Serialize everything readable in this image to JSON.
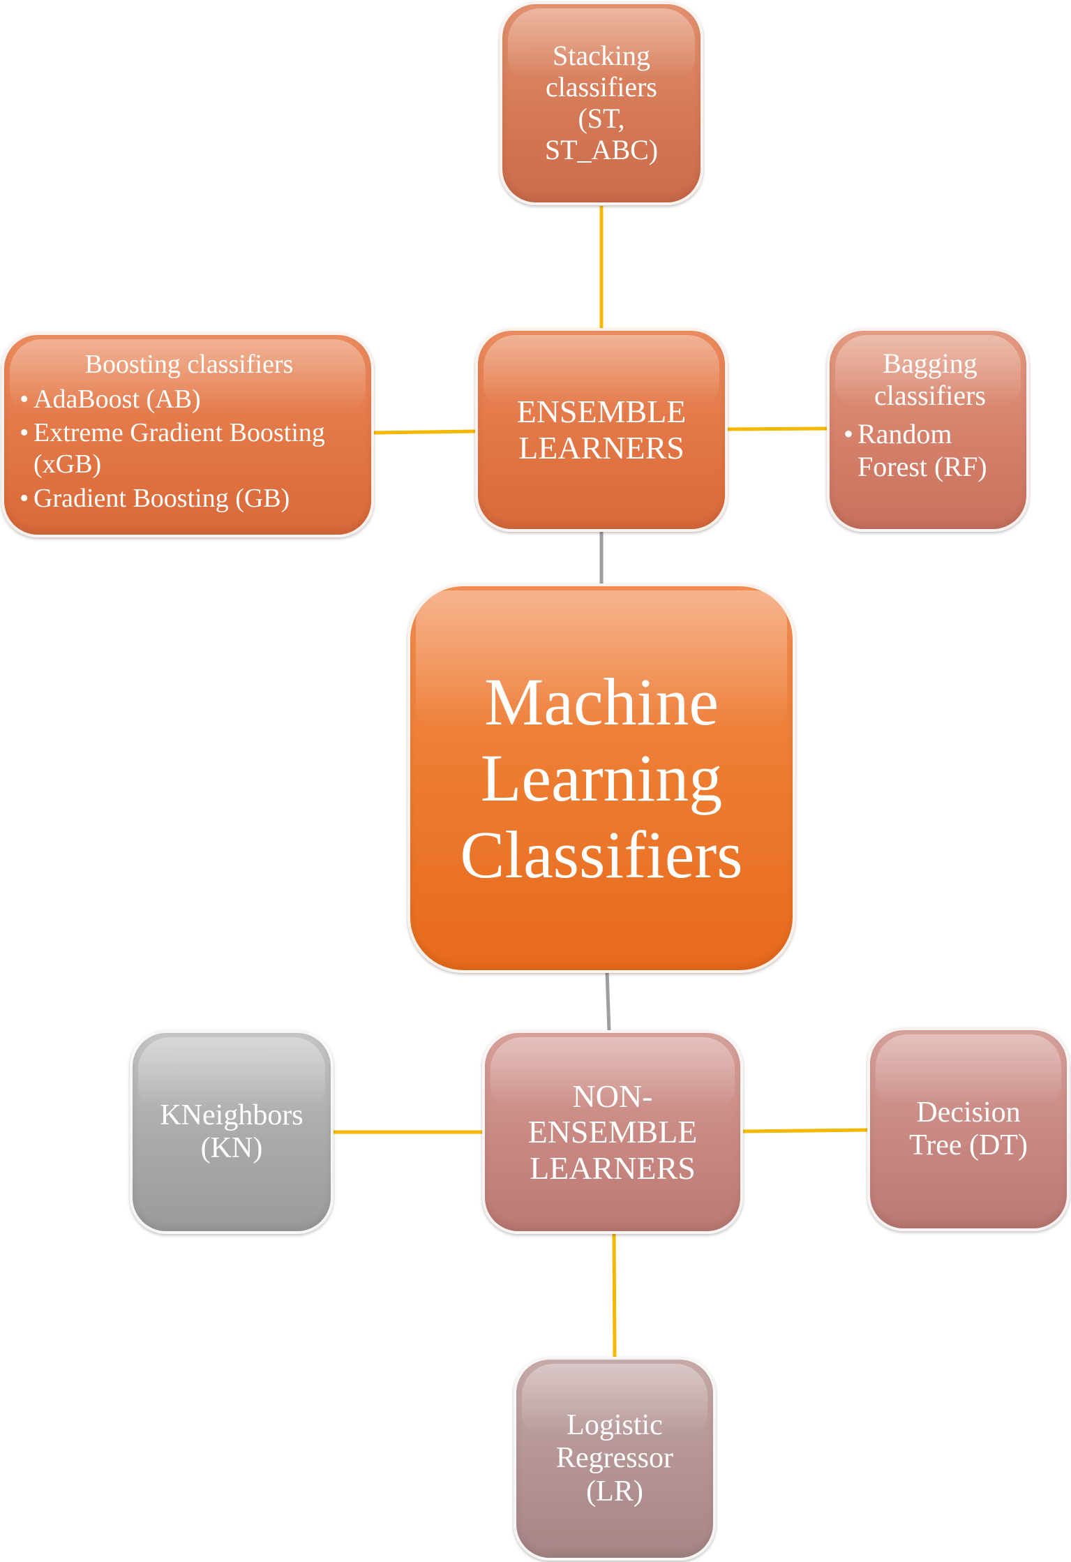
{
  "diagram": {
    "center": {
      "label": "Machine\nLearning\nClassifiers"
    },
    "ensemble": {
      "label": "ENSEMBLE\nLEARNERS"
    },
    "non_ensemble": {
      "label": "NON-\nENSEMBLE\nLEARNERS"
    },
    "stacking": {
      "label": "Stacking\nclassifiers\n(ST,\nST_ABC)"
    },
    "boosting": {
      "title": "Boosting classifiers",
      "items": [
        "AdaBoost (AB)",
        "Extreme Gradient Boosting (xGB)",
        "Gradient Boosting (GB)"
      ]
    },
    "bagging": {
      "title": "Bagging\nclassifiers",
      "items": [
        "Random Forest (RF)"
      ]
    },
    "kneighbors": {
      "label": "KNeighbors\n(KN)"
    },
    "decision_tree": {
      "label": "Decision\nTree (DT)"
    },
    "logistic": {
      "label": "Logistic\nRegressor\n(LR)"
    },
    "bullet_glyph": "•",
    "colors": {
      "connector_orange": "#f5b800",
      "connector_grey": "#9e9e9e",
      "center_fill": "#ec7a2e",
      "ensemble_fill": "#e27645",
      "stacking_fill": "#d57956",
      "boosting_fill": "#e27645",
      "bagging_fill": "#d5806a",
      "non_ensemble_fill": "#c88881",
      "kneighbors_fill": "#a9a9a9",
      "decision_tree_fill": "#c88881",
      "logistic_fill": "#b39393"
    }
  }
}
